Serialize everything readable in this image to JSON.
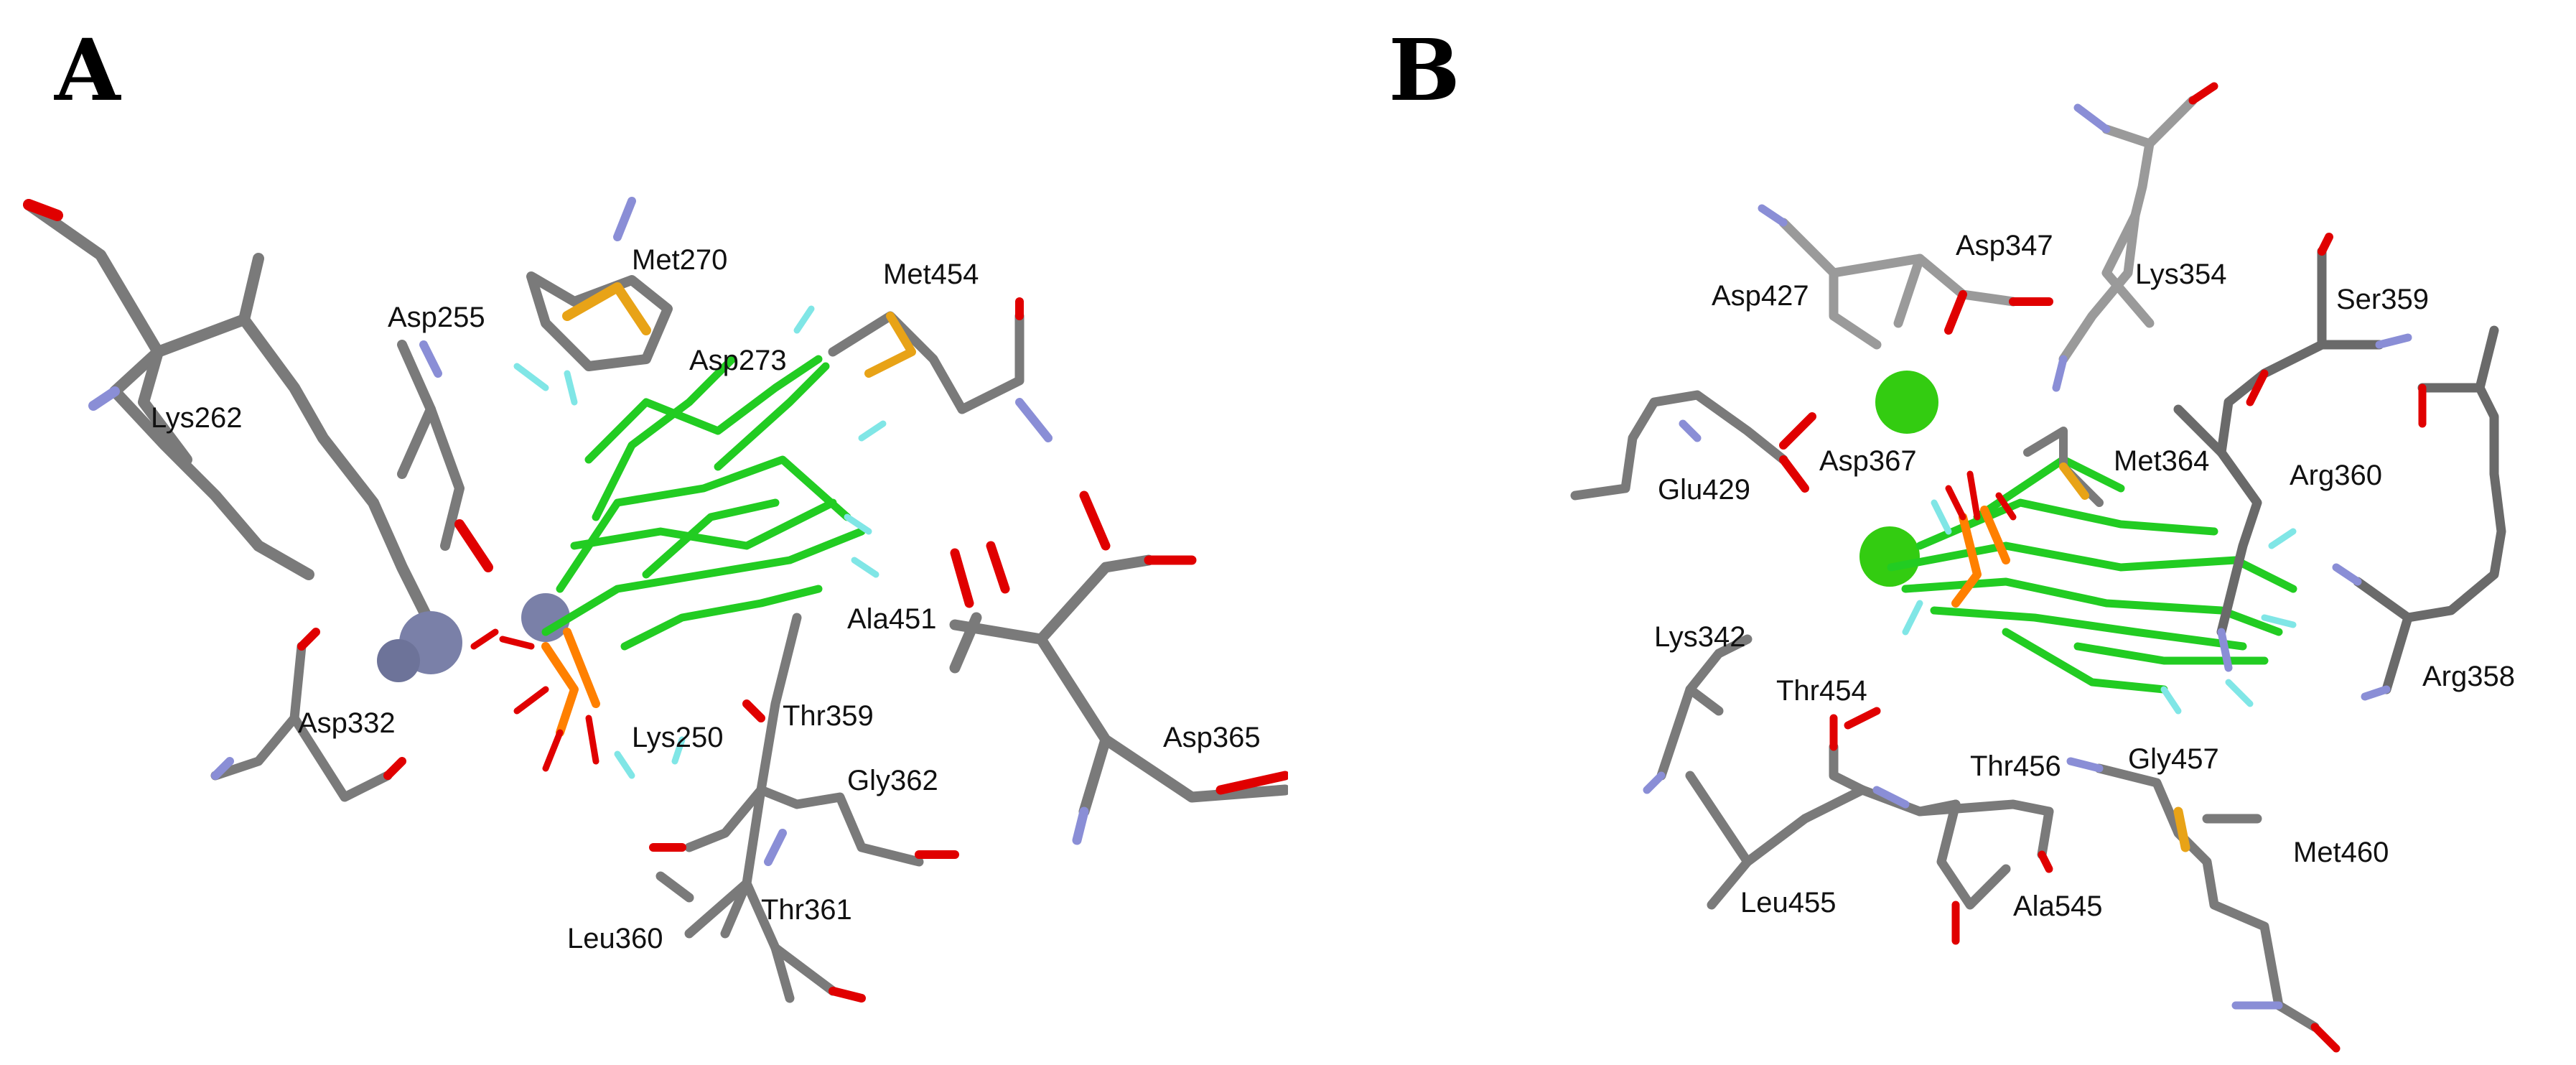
{
  "panels": [
    {
      "letter": "A",
      "labels": [
        "Met270",
        "Met454",
        "Asp255",
        "Asp273",
        "Lys262",
        "Ala451",
        "Asp332",
        "Thr359",
        "Lys250",
        "Gly362",
        "Asp365",
        "Leu360",
        "Thr361"
      ]
    },
    {
      "letter": "B",
      "labels": [
        "Asp347",
        "Lys354",
        "Asp427",
        "Ser359",
        "Glu429",
        "Asp367",
        "Met364",
        "Arg360",
        "Lys342",
        "Thr454",
        "Arg358",
        "Thr456",
        "Gly457",
        "Met460",
        "Leu455",
        "Ala545"
      ]
    }
  ],
  "colors": {
    "carbon_protein": "#7a7a7a",
    "nitrogen": "#8a8ed6",
    "oxygen": "#e00000",
    "sulfur": "#e8a317",
    "ligand_carbon": "#22cc22",
    "fluorine": "#80e6e6",
    "phosphorus": "#ff8000",
    "metal_ion_a": "#7a80a8",
    "metal_ion_b": "#33cc11"
  }
}
